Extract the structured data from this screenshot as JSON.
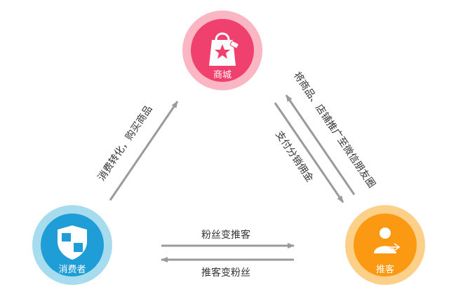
{
  "nodes": {
    "mall": {
      "label": "商城",
      "icon": "shopping-bag-icon",
      "ring_color": "#fbb6c4",
      "fill_color": "#f0416e"
    },
    "consumer": {
      "label": "消费者",
      "icon": "shield-icon",
      "ring_color": "#a7dcef",
      "fill_color": "#1f9dd6"
    },
    "promoter": {
      "label": "推客",
      "icon": "user-share-icon",
      "ring_color": "#fdd08a",
      "fill_color": "#fb9a12"
    }
  },
  "edges": {
    "consumer_to_mall": "消费转化，购买商品",
    "promoter_to_mall": "将商品、店铺推广至微信朋友圈",
    "mall_to_promoter": "支付分销佣金",
    "consumer_to_promoter": "粉丝变推客",
    "promoter_to_consumer": "推客变粉丝"
  },
  "colors": {
    "arrow": "#9a9a9a",
    "text": "#333333"
  }
}
